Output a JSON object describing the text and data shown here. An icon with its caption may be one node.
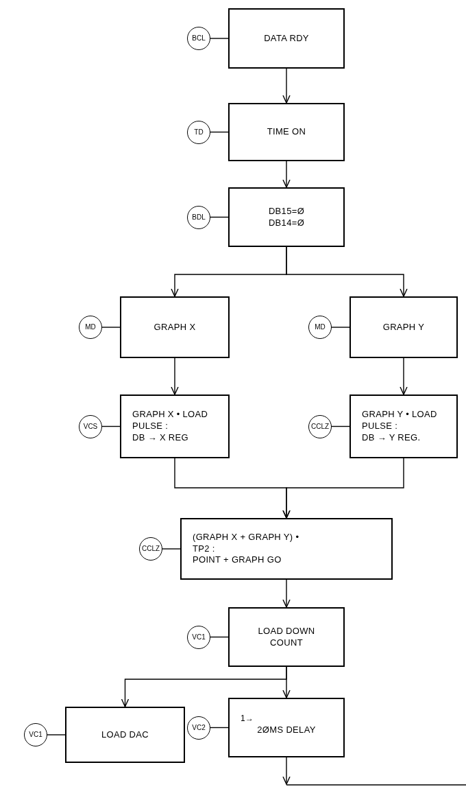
{
  "diagram": {
    "nodes": [
      {
        "text": [
          "BCL"
        ]
      },
      {
        "text": [
          "DATA RDY"
        ]
      },
      {
        "text": [
          "TD"
        ]
      },
      {
        "text": [
          "TIME ON"
        ]
      },
      {
        "text": [
          "BDL"
        ]
      },
      {
        "text": [
          "DB15=Ø",
          "DB14=Ø"
        ]
      },
      {
        "text": [
          "MD"
        ]
      },
      {
        "text": [
          "GRAPH X"
        ]
      },
      {
        "text": [
          "MD"
        ]
      },
      {
        "text": [
          "GRAPH Y"
        ]
      },
      {
        "text": [
          "VCS"
        ]
      },
      {
        "text": [
          "GRAPH X • LOAD",
          "PULSE :",
          "DB → X REG"
        ]
      },
      {
        "text": [
          "CCLZ"
        ]
      },
      {
        "text": [
          "GRAPH Y • LOAD",
          "PULSE :",
          "DB → Y REG."
        ]
      },
      {
        "text": [
          "CCLZ"
        ]
      },
      {
        "text": [
          "(GRAPH X + GRAPH Y) •",
          "TP2 :",
          "POINT + GRAPH GO"
        ]
      },
      {
        "text": [
          "VC1"
        ]
      },
      {
        "text": [
          "LOAD DOWN COUNT"
        ]
      },
      {
        "text": [
          "VC1"
        ]
      },
      {
        "text": [
          "LOAD DAC"
        ]
      },
      {
        "text": [
          "VC2"
        ]
      },
      {
        "text": [
          "1→",
          "2ØMS DELAY"
        ]
      }
    ],
    "edges": [
      {
        "from": 0,
        "to": 1,
        "arrow": "none"
      },
      {
        "from": 1,
        "to": 3,
        "arrow": "to"
      },
      {
        "from": 2,
        "to": 3,
        "arrow": "none"
      },
      {
        "from": 3,
        "to": 5,
        "arrow": "to"
      },
      {
        "from": 4,
        "to": 5,
        "arrow": "none"
      },
      {
        "from": 5,
        "to": 7,
        "arrow": "to"
      },
      {
        "from": 5,
        "to": 9,
        "arrow": "to"
      },
      {
        "from": 6,
        "to": 7,
        "arrow": "none"
      },
      {
        "from": 8,
        "to": 9,
        "arrow": "none"
      },
      {
        "from": 7,
        "to": 11,
        "arrow": "to"
      },
      {
        "from": 9,
        "to": 13,
        "arrow": "to"
      },
      {
        "from": 10,
        "to": 11,
        "arrow": "none"
      },
      {
        "from": 12,
        "to": 13,
        "arrow": "none"
      },
      {
        "from": 11,
        "to": 15,
        "arrow": "to"
      },
      {
        "from": 13,
        "to": 15,
        "arrow": "to"
      },
      {
        "from": 14,
        "to": 15,
        "arrow": "none"
      },
      {
        "from": 15,
        "to": 17,
        "arrow": "to"
      },
      {
        "from": 16,
        "to": 17,
        "arrow": "none"
      },
      {
        "from": 17,
        "to": 19,
        "arrow": "to"
      },
      {
        "from": 17,
        "to": 21,
        "arrow": "to"
      },
      {
        "from": 18,
        "to": 19,
        "arrow": "none"
      },
      {
        "from": 20,
        "to": 21,
        "arrow": "none"
      },
      {
        "from": 21,
        "to": null,
        "arrow": "to"
      }
    ]
  }
}
